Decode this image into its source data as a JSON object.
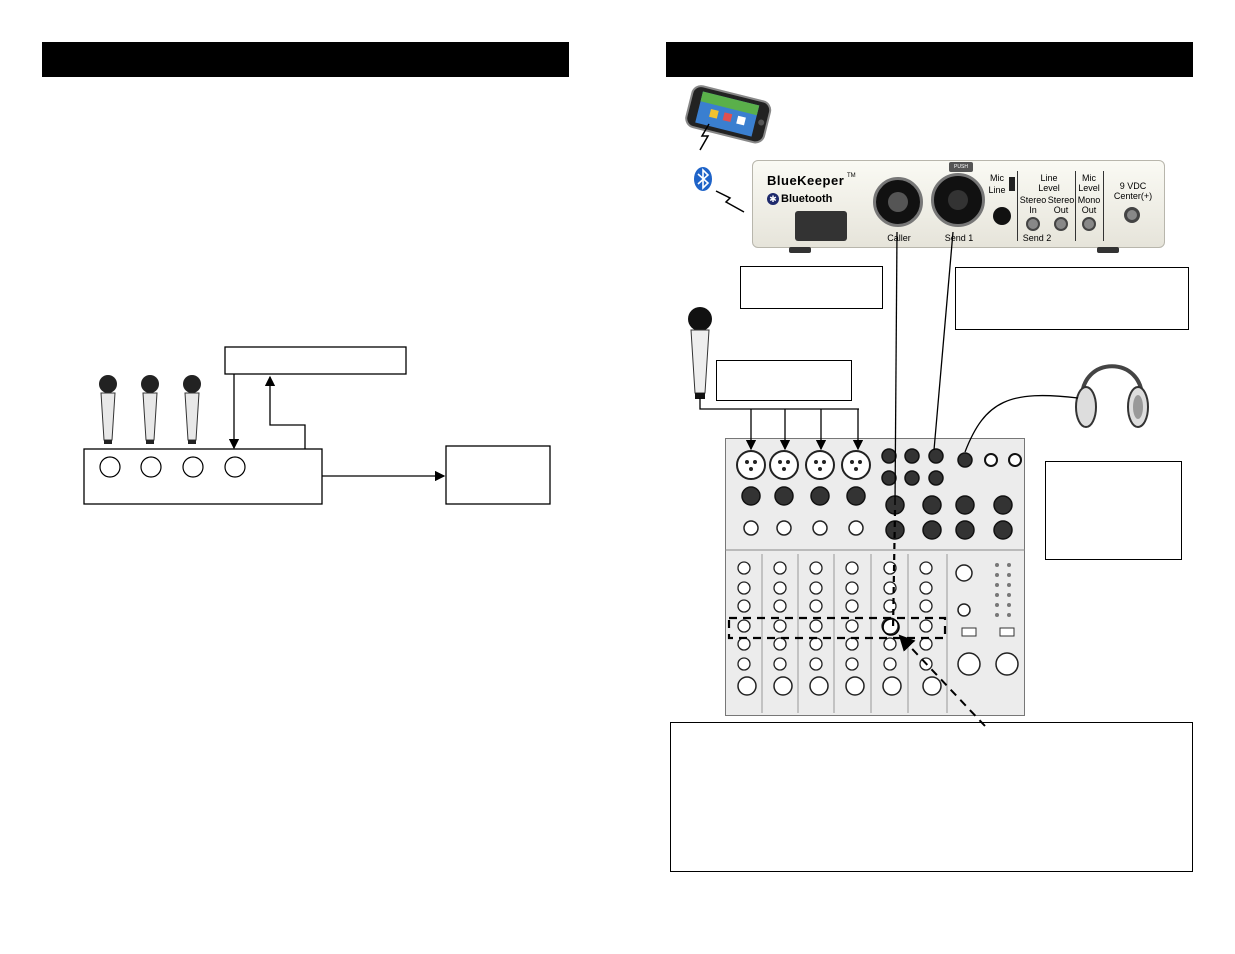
{
  "device": {
    "brand": "BlueKeeper",
    "trademark": "TM",
    "bluetooth_label": "Bluetooth",
    "push_label": "PUSH",
    "switch_mic": "Mic",
    "switch_line": "Line",
    "line_level": "Line\nLevel",
    "stereo_in": "Stereo\nIn",
    "stereo_out": "Stereo\nOut",
    "mic_level": "Mic\nLevel",
    "mono_out": "Mono\nOut",
    "power": "9 VDC\nCenter(+)",
    "caller": "Caller",
    "send1": "Send 1",
    "send2": "Send 2"
  },
  "colors": {
    "header_bar": "#000000",
    "bluetooth_blue": "#1e63c8",
    "device_face": "#f2f1ea"
  },
  "icons": [
    "smartphone-icon",
    "bluetooth-icon",
    "microphone-icon",
    "headphones-icon"
  ]
}
